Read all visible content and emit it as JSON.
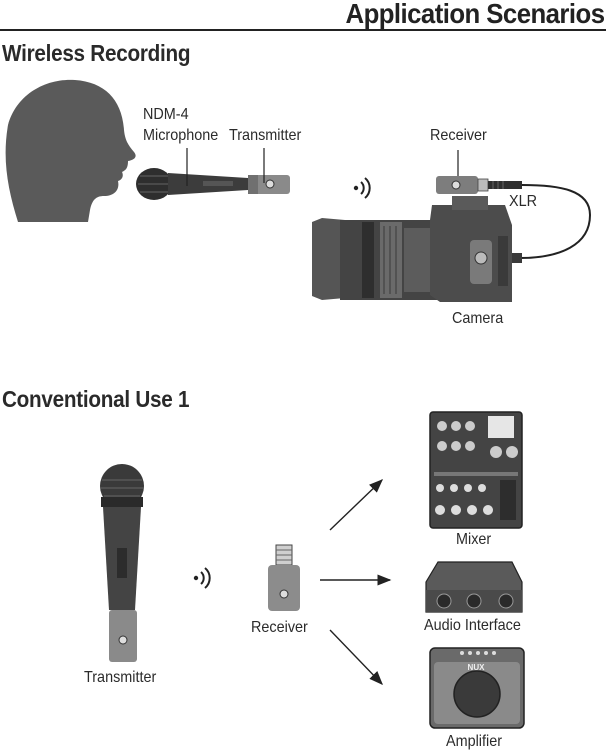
{
  "header": {
    "title": "Application Scenarios"
  },
  "sections": {
    "wireless": {
      "title": "Wireless Recording",
      "labels": {
        "model": "NDM-4",
        "microphone": "Microphone",
        "transmitter": "Transmitter",
        "receiver": "Receiver",
        "xlr": "XLR",
        "camera": "Camera"
      }
    },
    "conventional": {
      "title": "Conventional Use 1",
      "labels": {
        "transmitter": "Transmitter",
        "receiver": "Receiver",
        "mixer": "Mixer",
        "audio_interface": "Audio Interface",
        "amplifier": "Amplifier"
      }
    }
  },
  "brand": {
    "logo": "NUX"
  },
  "colors": {
    "ink": "#222222",
    "device_dark": "#3a3a3a",
    "device_mid": "#6b6b6b",
    "device_light": "#b5b5b5"
  }
}
